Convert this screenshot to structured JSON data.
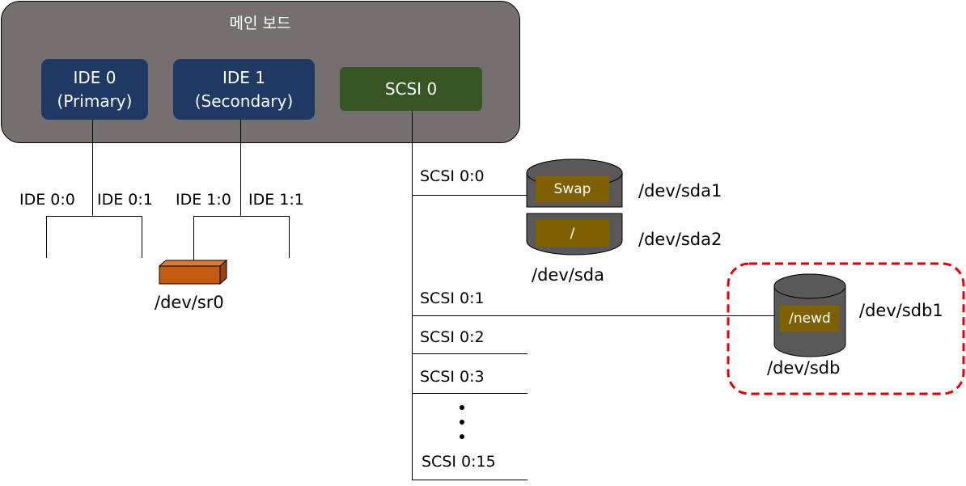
{
  "board": {
    "title": "메인 보드",
    "ide0": {
      "line1": "IDE 0",
      "line2": "(Primary)"
    },
    "ide1": {
      "line1": "IDE 1",
      "line2": "(Secondary)"
    },
    "scsi0": "SCSI 0"
  },
  "ide_ports": [
    "IDE 0:0",
    "IDE 0:1",
    "IDE 1:0",
    "IDE 1:1"
  ],
  "cdrom": {
    "device": "/dev/sr0"
  },
  "scsi_ports": [
    "SCSI 0:0",
    "SCSI 0:1",
    "SCSI 0:2",
    "SCSI 0:3",
    "SCSI 0:15"
  ],
  "disk_sda": {
    "device": "/dev/sda",
    "partitions": [
      {
        "label": "Swap",
        "device": "/dev/sda1"
      },
      {
        "label": "/",
        "device": "/dev/sda2"
      }
    ]
  },
  "disk_sdb": {
    "device": "/dev/sdb",
    "partitions": [
      {
        "label": "/newd",
        "device": "/dev/sdb1"
      }
    ]
  },
  "colors": {
    "board": "#757070",
    "ide_controller": "#203864",
    "scsi_controller": "#375623",
    "partition": "#7f6000",
    "disk": "#595959",
    "cdrom": "#c55a11",
    "highlight": "#e00000"
  }
}
